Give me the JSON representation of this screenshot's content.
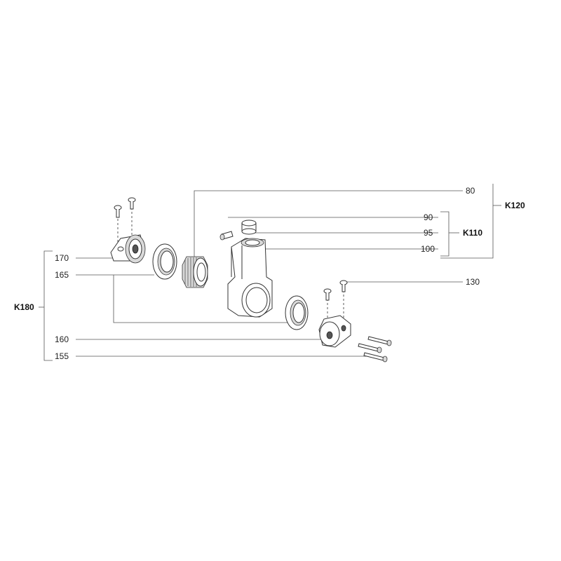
{
  "groups": {
    "k120": "K120",
    "k110": "K110",
    "k180": "K180"
  },
  "callouts": {
    "c80": "80",
    "c90": "90",
    "c95": "95",
    "c100": "100",
    "c130": "130",
    "c170": "170",
    "c165": "165",
    "c160": "160",
    "c155": "155"
  }
}
